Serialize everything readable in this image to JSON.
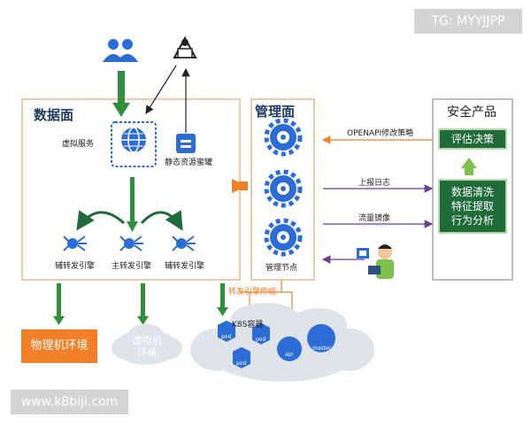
{
  "watermark_top": "TG: MYYJJPP",
  "watermark_bottom": "www.k8biji.com",
  "data_plane": {
    "title": "数据面",
    "virtual_service": "虚拟服务",
    "static_honeypot": "静态资源蜜罐",
    "aux_engine_left": "辅转发引擎",
    "main_engine": "主转发引擎",
    "aux_engine_right": "辅转发引擎"
  },
  "management_plane": {
    "title": "管理面",
    "node_label": "管理节点"
  },
  "security": {
    "title": "安全产品",
    "eval_decision": "评估决策",
    "analysis_lines": [
      "数据清洗",
      "特征提取",
      "行为分析"
    ]
  },
  "arrows": {
    "openapi": "OPENAPI修改策略",
    "report_log": "上报日志",
    "traffic_mirror": "流量镜像",
    "engine_scale": "转发引擎伸缩"
  },
  "environments": {
    "physical": "物理机环境",
    "virtual": "虚拟机\n环境",
    "k8s": "K8S容器"
  },
  "k8s_nodes": [
    "pod",
    "pod",
    "pod",
    "api",
    "master"
  ],
  "colors": {
    "frame": "#f2c9a5",
    "green_arrow": "#2f8f3a",
    "dark_green": "#1f6b3a",
    "blue": "#2b6cd6",
    "orange": "#f07f28",
    "purple": "#6a3d9a"
  }
}
